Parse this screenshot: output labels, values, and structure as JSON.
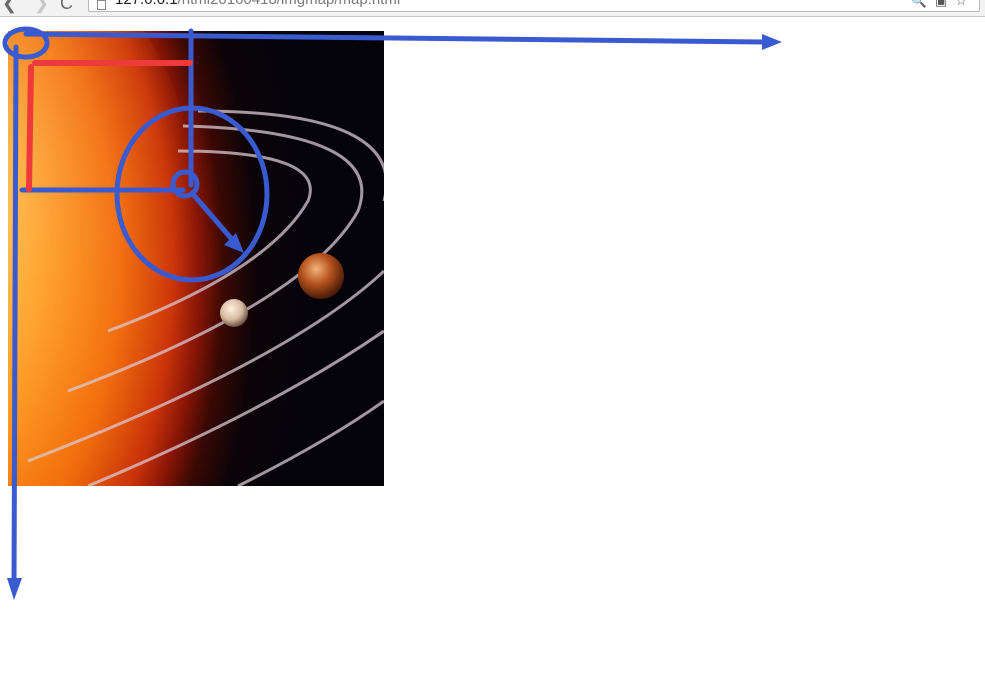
{
  "browser": {
    "url_host": "127.0.0.1",
    "url_path": "/html20160418/imgmap/map.html",
    "back_glyph": "❮",
    "forward_glyph": "❯",
    "reload_glyph": "C",
    "search_glyph": "🔍",
    "extension_glyph": "▣",
    "star_glyph": "☆"
  },
  "image": {
    "subject": "sun-and-planets"
  },
  "annotations": {
    "primary_color": "#3a5bd0",
    "accent_color": "#ee3a3a"
  }
}
